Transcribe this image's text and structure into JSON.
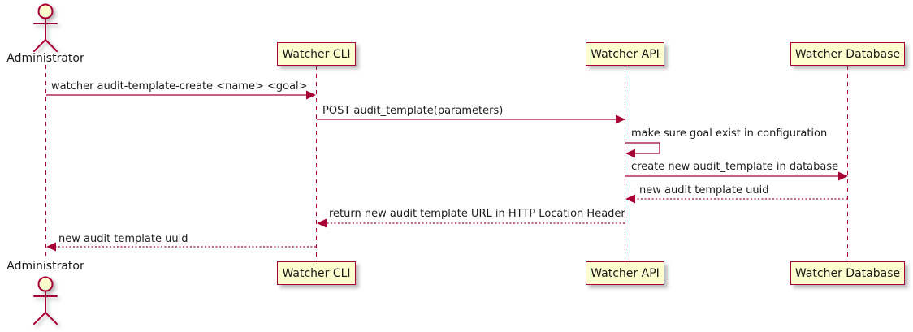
{
  "diagram": {
    "kind": "sequence-diagram",
    "colors": {
      "participant_fill": "#FEFECE",
      "participant_border": "#A80036",
      "lifeline_color": "#A80036",
      "arrow_color": "#A80036",
      "text_color": "#1b1b1b",
      "background": "#FFFFFF"
    },
    "actor": {
      "name": "Administrator",
      "icon": "actor-stick-figure-icon"
    },
    "participants": [
      {
        "label": "Watcher CLI"
      },
      {
        "label": "Watcher API"
      },
      {
        "label": "Watcher Database"
      }
    ],
    "messages": [
      {
        "from": "Administrator",
        "to": "Watcher CLI",
        "text": "watcher audit-template-create <name> <goal>",
        "line": "solid"
      },
      {
        "from": "Watcher CLI",
        "to": "Watcher API",
        "text": "POST audit_template(parameters)",
        "line": "solid"
      },
      {
        "from": "Watcher API",
        "to": "Watcher API",
        "text": "make sure goal exist in configuration",
        "line": "self"
      },
      {
        "from": "Watcher API",
        "to": "Watcher Database",
        "text": "create new audit_template in database",
        "line": "solid"
      },
      {
        "from": "Watcher Database",
        "to": "Watcher API",
        "text": "new audit template uuid",
        "line": "dashed"
      },
      {
        "from": "Watcher API",
        "to": "Watcher CLI",
        "text": "return new audit template URL in HTTP Location Header",
        "line": "dashed"
      },
      {
        "from": "Watcher CLI",
        "to": "Administrator",
        "text": "new audit template uuid",
        "line": "dashed"
      }
    ]
  }
}
